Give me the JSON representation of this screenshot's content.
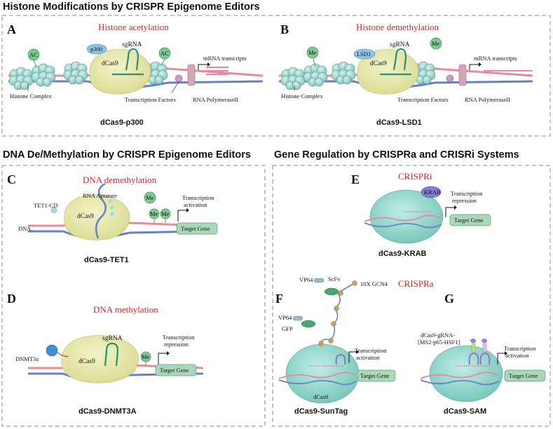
{
  "sections": {
    "top": "Histone Modifications by CRISPR Epigenome Editors",
    "left": "DNA De/Methylation by CRISPR Epigenome Editors",
    "right": "Gene Regulation by CRISPRa and CRISRi Systems"
  },
  "panels": {
    "A": {
      "letter": "A",
      "title": "Histone acetylation",
      "caption": "dCas9-p300",
      "enzyme": "p300",
      "mark": "AC"
    },
    "B": {
      "letter": "B",
      "title": "Histone demethylation",
      "caption": "dCas9-LSD1",
      "enzyme": "LSD1",
      "mark": "Me"
    },
    "C": {
      "letter": "C",
      "title": "DNA demethylation",
      "caption": "dCas9-TET1",
      "aptamer": "RNA Aptamer",
      "enzyme": "TET1-CD",
      "dna": "DNA",
      "mark": "Me",
      "transcription": [
        "Transcription",
        "activation"
      ],
      "target": "Target Gene"
    },
    "D": {
      "letter": "D",
      "title": "DNA methylation",
      "caption": "dCas9-DNMT3A",
      "enzyme": "DNMT3a",
      "mark": "Me",
      "transcription": [
        "Transcription",
        "repression"
      ],
      "target": "Target Gene"
    },
    "E": {
      "letter": "E",
      "title": "CRISPRi",
      "caption": "dCas9-KRAB",
      "enzyme": "KRAB",
      "transcription": [
        "Transcription",
        "repression"
      ],
      "target": "Target Gene"
    },
    "F": {
      "letter": "F",
      "caption": "dCas9-SunTag",
      "vp64": "VP64",
      "scfv": "ScFv",
      "gcn4": "10X GCN4",
      "gfp": "GFP",
      "transcription": [
        "Transcription",
        "activation"
      ],
      "target": "Target Gene"
    },
    "G": {
      "letter": "G",
      "caption": "dCas9-SAM",
      "complex": [
        "dCas9-gRNA-",
        "[MS2-p65-HSF1]"
      ],
      "transcription": [
        "Transcription",
        "activation"
      ],
      "target": "Target Gene"
    },
    "crispra": "CRISPRa"
  },
  "common": {
    "dcas9": "dCas9",
    "sgrna": "sgRNA",
    "histone_complex": "Histone Complex",
    "transcription_factors": "Transcription Factors",
    "rna_pol": "RNA PolymeraseII",
    "mrna": "mRNA transcripts"
  },
  "colors": {
    "dna_pink": "#e88a9b",
    "dna_blue": "#6b7fc8",
    "cas9": "#e2e3a6",
    "histone": "#9fd6cf",
    "mark_green": "#7ec891",
    "target_box": "#a8d8b9",
    "title_red": "#c4282b"
  }
}
